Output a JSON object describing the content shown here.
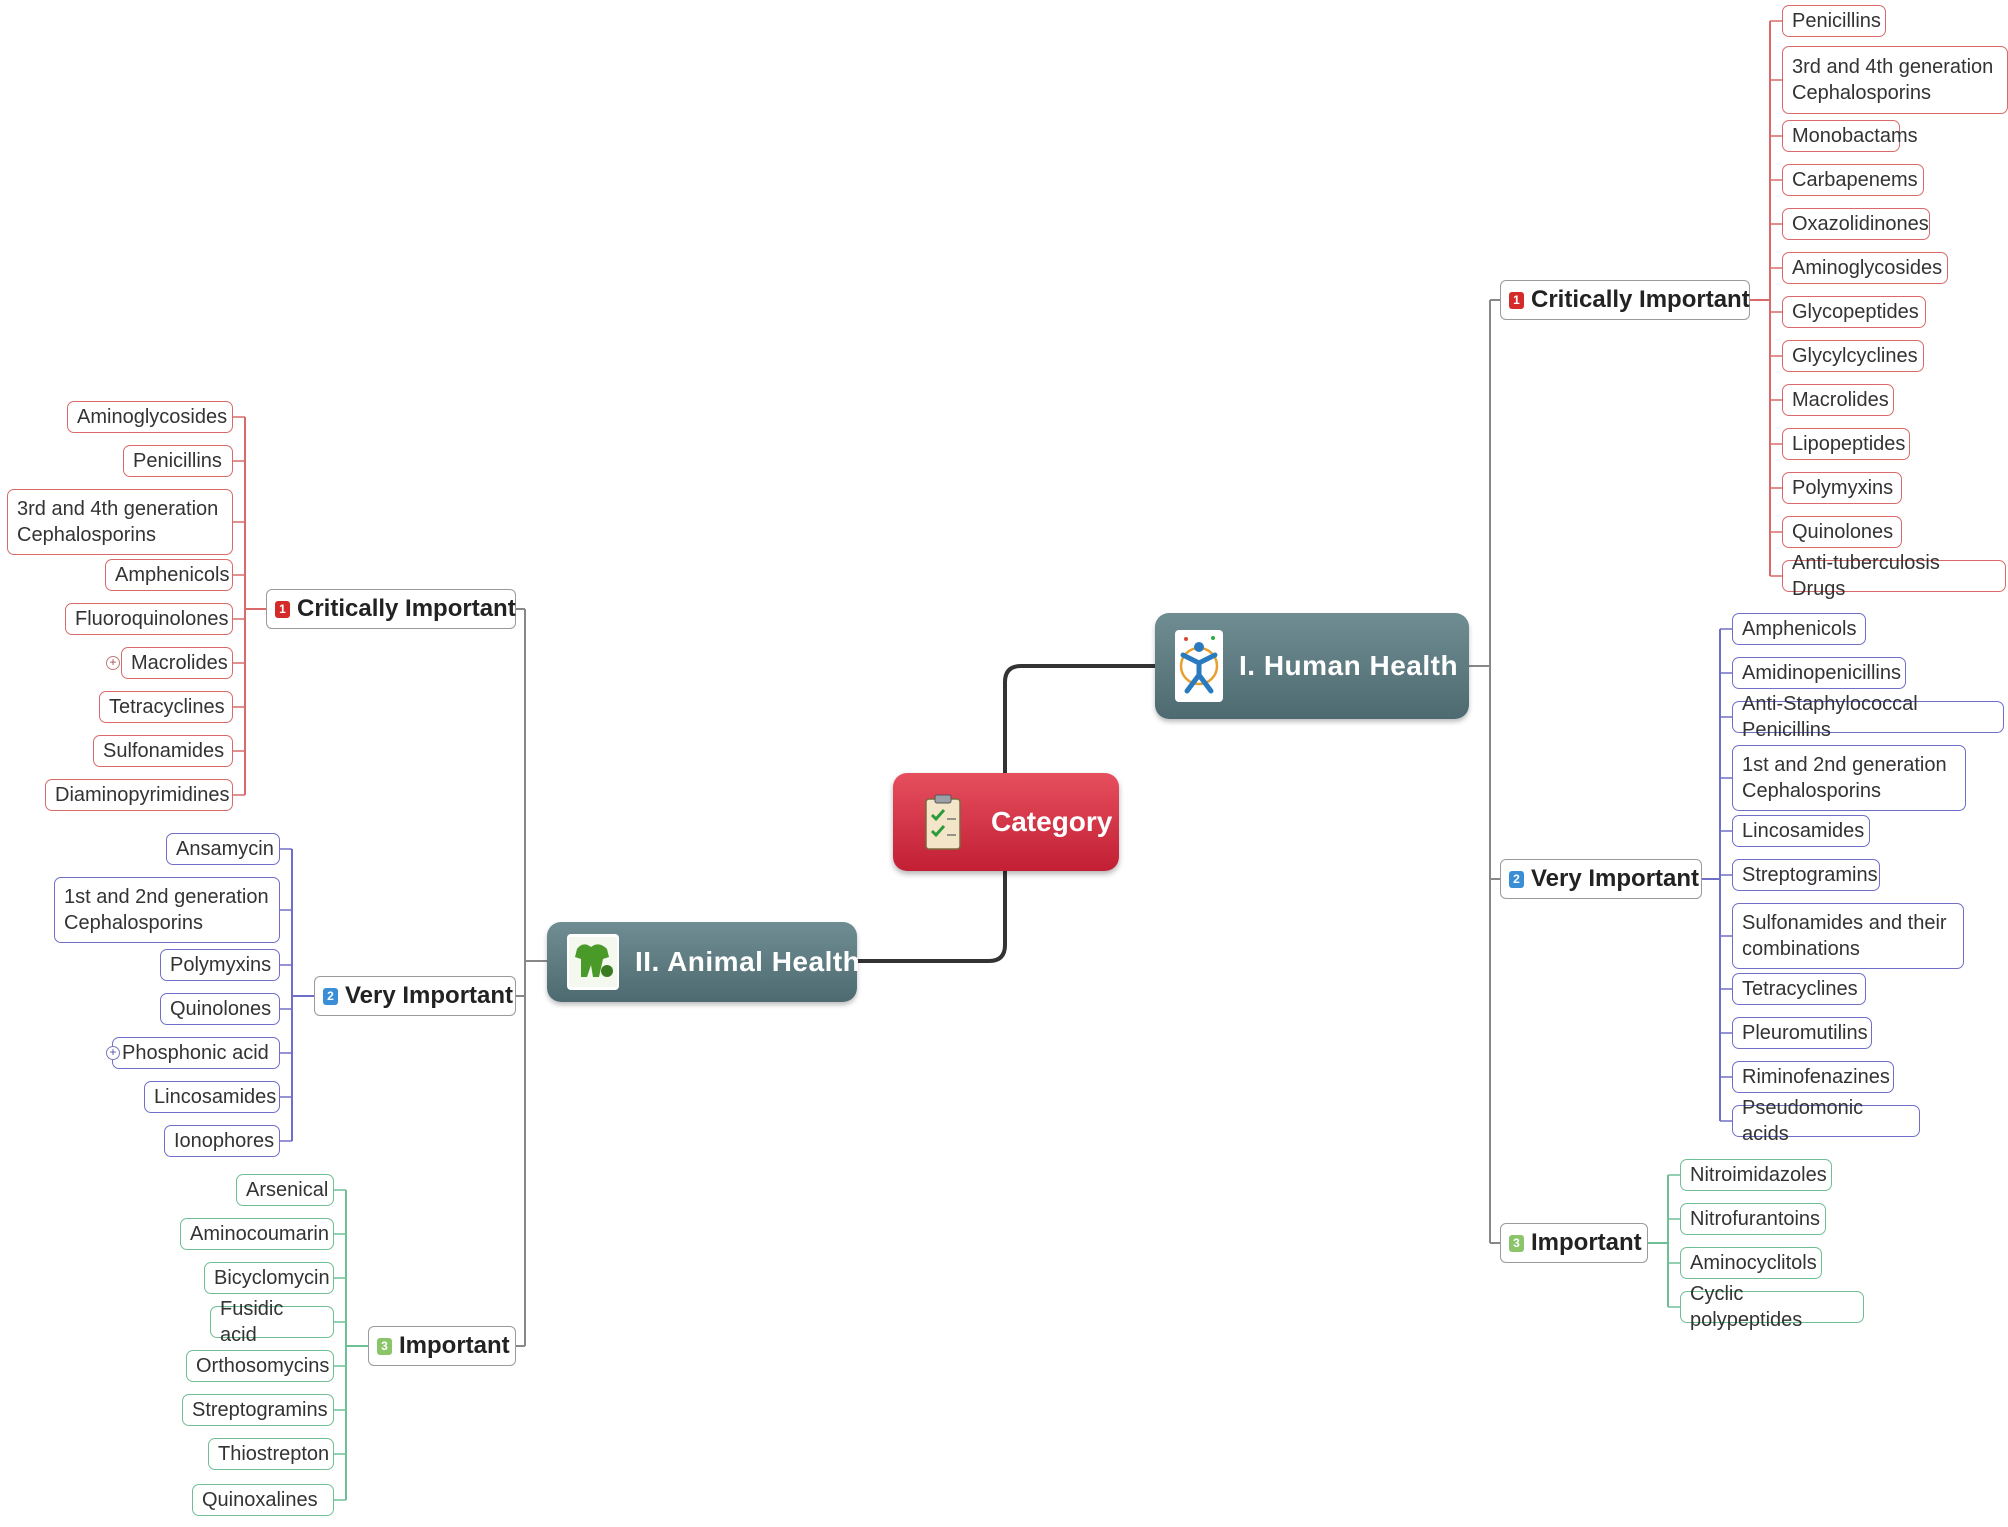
{
  "root": {
    "label": "Category"
  },
  "branches": [
    {
      "id": "human",
      "label": "I. Human Health",
      "icon": "human-figure-icon",
      "groups": [
        {
          "level": "c",
          "badge": "1",
          "label": "Critically Important",
          "items": [
            "Penicillins",
            "3rd and 4th generation Cephalosporins",
            "Monobactams",
            "Carbapenems",
            "Oxazolidinones",
            "Aminoglycosides",
            "Glycopeptides",
            "Glycylcyclines",
            "Macrolides",
            "Lipopeptides",
            "Polymyxins",
            "Quinolones",
            "Anti-tuberculosis Drugs"
          ]
        },
        {
          "level": "v",
          "badge": "2",
          "label": "Very Important",
          "items": [
            "Amphenicols",
            "Amidinopenicillins",
            "Anti-Staphylococcal Penicillins",
            "1st and 2nd generation Cephalosporins",
            "Lincosamides",
            "Streptogramins",
            "Sulfonamides and their combinations",
            "Tetracyclines",
            "Pleuromutilins",
            "Riminofenazines",
            "Pseudomonic acids"
          ]
        },
        {
          "level": "i",
          "badge": "3",
          "label": "Important",
          "items": [
            "Nitroimidazoles",
            "Nitrofurantoins",
            "Aminocyclitols",
            "Cyclic polypeptides"
          ]
        }
      ]
    },
    {
      "id": "animal",
      "label": "II. Animal Health",
      "icon": "animals-icon",
      "groups": [
        {
          "level": "c",
          "badge": "1",
          "label": "Critically Important",
          "items": [
            "Aminoglycosides",
            "Penicillins",
            "3rd and 4th generation Cephalosporins",
            "Amphenicols",
            "Fluoroquinolones",
            "Macrolides",
            "Tetracyclines",
            "Sulfonamides",
            "Diaminopyrimidines"
          ]
        },
        {
          "level": "v",
          "badge": "2",
          "label": "Very Important",
          "items": [
            "Ansamycin",
            "1st and 2nd generation Cephalosporins",
            "Polymyxins",
            "Quinolones",
            "Phosphonic acid",
            "Lincosamides",
            "Ionophores"
          ]
        },
        {
          "level": "i",
          "badge": "3",
          "label": "Important",
          "items": [
            "Arsenical",
            "Aminocoumarin",
            "Bicyclomycin",
            "Fusidic acid",
            "Orthosomycins",
            "Streptogramins",
            "Thiostrepton",
            "Quinoxalines"
          ]
        }
      ]
    }
  ],
  "colors": {
    "critical": "#d42a2a",
    "very": "#3a8ed6",
    "important": "#8cc46a",
    "root": "#c8283c",
    "branch": "#5b787d"
  }
}
